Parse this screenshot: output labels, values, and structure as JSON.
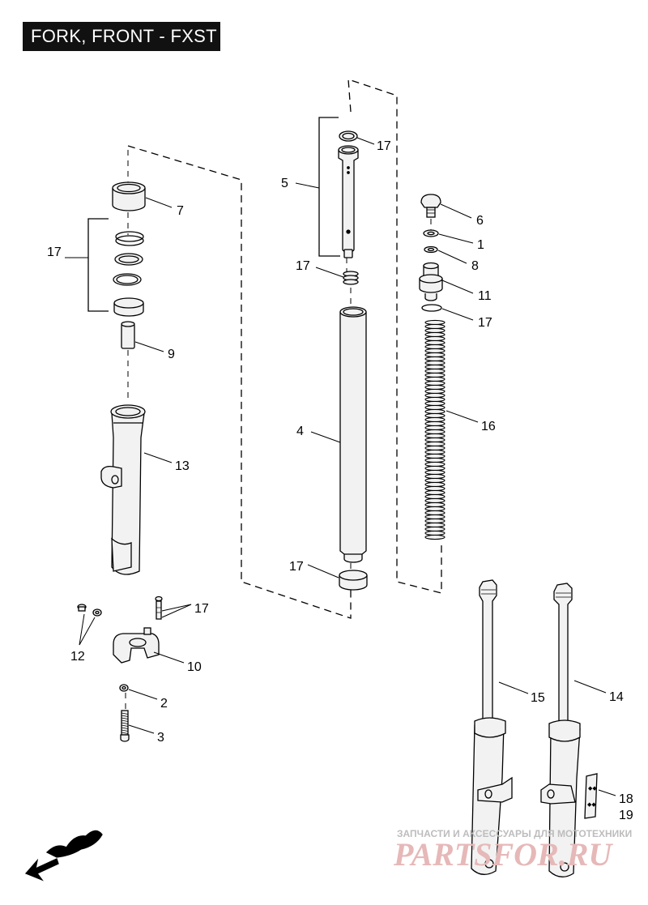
{
  "title": "FORK, FRONT - FXST",
  "callouts": {
    "c17_top": "17",
    "c5": "5",
    "c6": "6",
    "c1": "1",
    "c8": "8",
    "c11": "11",
    "c17_right": "17",
    "c7": "7",
    "c17_left": "17",
    "c17_spring": "17",
    "c9": "9",
    "c13": "13",
    "c4": "4",
    "c16": "16",
    "c17_bottom": "17",
    "c17_bolt": "17",
    "c12": "12",
    "c10": "10",
    "c2": "2",
    "c3": "3",
    "c15": "15",
    "c14": "14",
    "c18": "18",
    "c19": "19"
  },
  "watermark": {
    "line1": "ЗАПЧАСТИ И АКСЕССУАРЫ ДЛЯ МОТОТЕХНИКИ",
    "line2": "PARTSFOR.RU"
  },
  "colors": {
    "line": "#000000",
    "title_bg": "#111111",
    "title_fg": "#ffffff",
    "part_fill": "#f2f2f2",
    "watermark_red": "#e6b8b8"
  }
}
